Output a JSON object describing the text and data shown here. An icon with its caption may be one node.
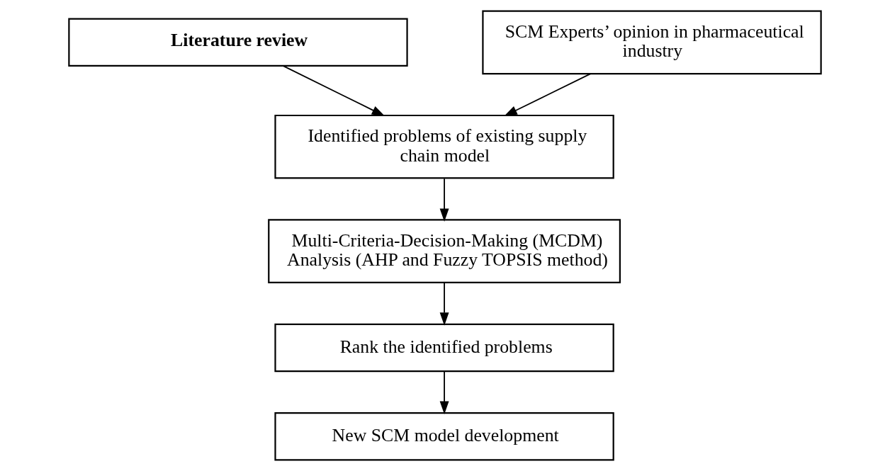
{
  "diagram": {
    "nodes": [
      {
        "text": [
          "Literature review"
        ]
      },
      {
        "text": [
          "SCM Experts’ opinion in pharmaceutical industry"
        ]
      },
      {
        "text": [
          "Identified problems of existing supply chain model"
        ]
      },
      {
        "text": [
          "Multi-Criteria-Decision-Making (MCDM) Analysis (AHP and Fuzzy TOPSIS method)"
        ]
      },
      {
        "text": [
          "Rank the identified problems"
        ]
      },
      {
        "text": [
          "New SCM model development"
        ]
      }
    ],
    "edges": [
      {
        "from": 0,
        "to": 2,
        "arrow": "to"
      },
      {
        "from": 1,
        "to": 2,
        "arrow": "to"
      },
      {
        "from": 2,
        "to": 3,
        "arrow": "to"
      },
      {
        "from": 3,
        "to": 4,
        "arrow": "to"
      },
      {
        "from": 4,
        "to": 5,
        "arrow": "to"
      }
    ]
  }
}
